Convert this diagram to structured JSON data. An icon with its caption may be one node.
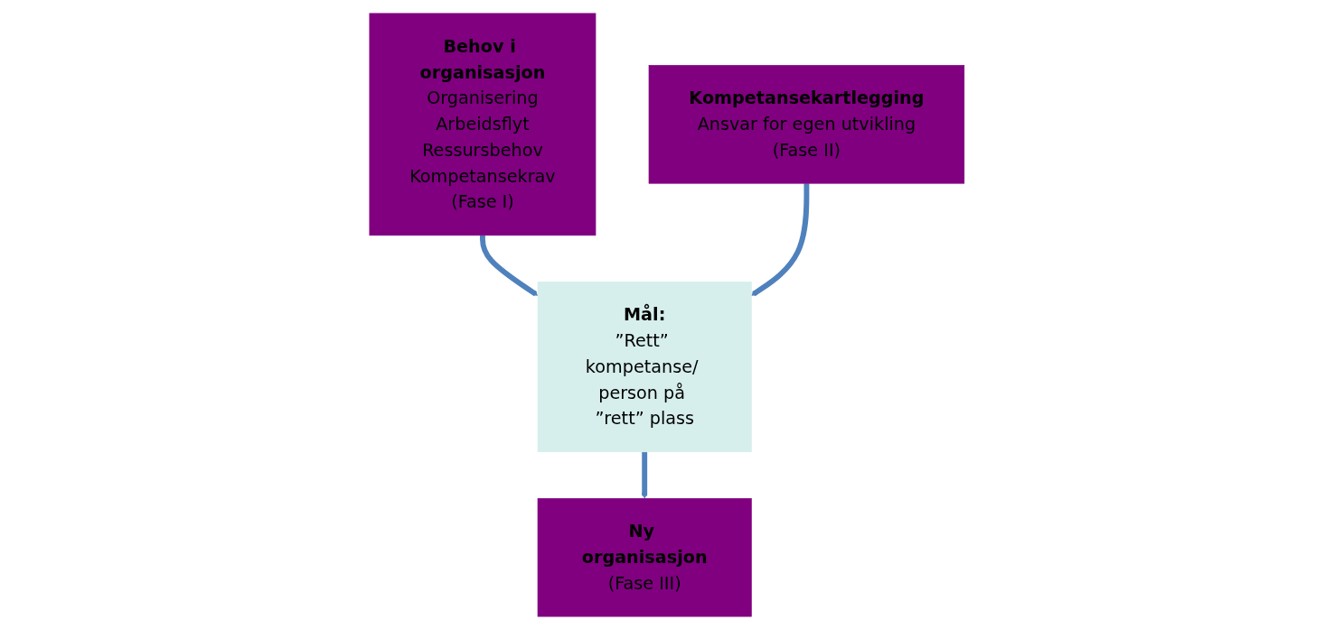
{
  "diagram": {
    "nodes": [
      {
        "text": [
          "Behov i organisasjon",
          "Organisering",
          "Arbeidsflyt",
          "Ressursbehov",
          "Kompetansekrav",
          "(Fase I)"
        ]
      },
      {
        "text": [
          "Mål:",
          "”Rett” kompetanse/ person på ”rett” plass"
        ]
      },
      {
        "text": [
          "Kompetansekartlegging",
          "Ansvar for egen utvikling",
          "(Fase II)"
        ]
      },
      {
        "text": [
          "Ny organisasjon",
          "(Fase III)"
        ]
      }
    ],
    "edges": [
      {
        "from": 0,
        "to": 1,
        "arrow": "to"
      },
      {
        "from": 2,
        "to": 1,
        "arrow": "to"
      },
      {
        "from": 1,
        "to": 3,
        "arrow": "to"
      }
    ]
  }
}
